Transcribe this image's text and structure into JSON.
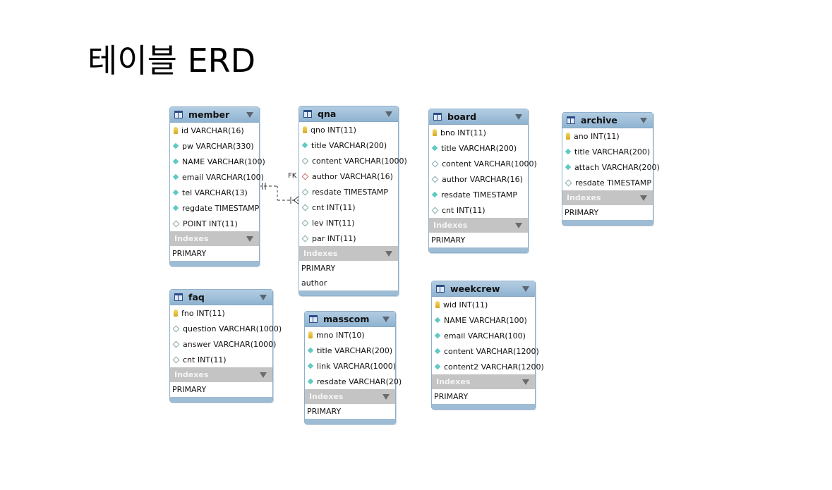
{
  "title": "테이블 ERD",
  "relationship_label": "FK",
  "tables": {
    "member": {
      "name": "member",
      "columns": [
        "id VARCHAR(16)",
        "pw VARCHAR(330)",
        "NAME VARCHAR(100)",
        "email VARCHAR(100)",
        "tel VARCHAR(13)",
        "regdate TIMESTAMP",
        "POINT INT(11)"
      ],
      "indexes_label": "Indexes",
      "indexes": [
        "PRIMARY"
      ]
    },
    "qna": {
      "name": "qna",
      "columns": [
        "qno INT(11)",
        "title VARCHAR(200)",
        "content VARCHAR(1000)",
        "author VARCHAR(16)",
        "resdate TIMESTAMP",
        "cnt INT(11)",
        "lev INT(11)",
        "par INT(11)"
      ],
      "indexes_label": "Indexes",
      "indexes": [
        "PRIMARY",
        "author"
      ]
    },
    "board": {
      "name": "board",
      "columns": [
        "bno INT(11)",
        "title VARCHAR(200)",
        "content VARCHAR(1000)",
        "author VARCHAR(16)",
        "resdate TIMESTAMP",
        "cnt INT(11)"
      ],
      "indexes_label": "Indexes",
      "indexes": [
        "PRIMARY"
      ]
    },
    "archive": {
      "name": "archive",
      "columns": [
        "ano INT(11)",
        "title VARCHAR(200)",
        "attach VARCHAR(200)",
        "resdate TIMESTAMP"
      ],
      "indexes_label": "Indexes",
      "indexes": [
        "PRIMARY"
      ]
    },
    "faq": {
      "name": "faq",
      "columns": [
        "fno INT(11)",
        "question VARCHAR(1000)",
        "answer VARCHAR(1000)",
        "cnt INT(11)"
      ],
      "indexes_label": "Indexes",
      "indexes": [
        "PRIMARY"
      ]
    },
    "masscom": {
      "name": "masscom",
      "columns": [
        "mno INT(10)",
        "title VARCHAR(200)",
        "link VARCHAR(1000)",
        "resdate VARCHAR(20)"
      ],
      "indexes_label": "Indexes",
      "indexes": [
        "PRIMARY"
      ]
    },
    "weekcrew": {
      "name": "weekcrew",
      "columns": [
        "wid INT(11)",
        "NAME VARCHAR(100)",
        "email VARCHAR(100)",
        "content VARCHAR(1200)",
        "content2 VARCHAR(1200)"
      ],
      "indexes_label": "Indexes",
      "indexes": [
        "PRIMARY"
      ]
    }
  }
}
